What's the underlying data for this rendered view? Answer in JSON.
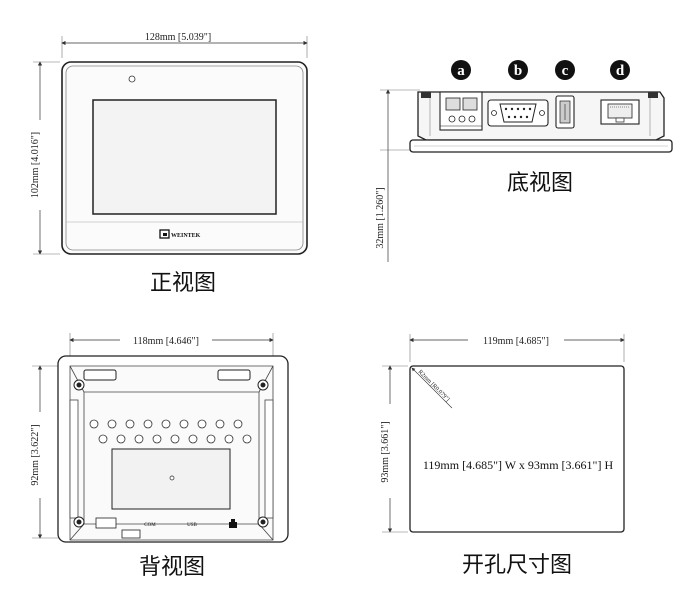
{
  "front_view": {
    "width_dim": "128mm [5.039\"]",
    "height_dim": "102mm [4.016\"]",
    "brand": "WEINTEK",
    "caption": "正视图"
  },
  "bottom_view": {
    "depth_dim": "32mm [1.260\"]",
    "ports": [
      "a",
      "b",
      "c",
      "d"
    ],
    "caption": "底视图"
  },
  "back_view": {
    "width_dim": "118mm [4.646\"]",
    "height_dim": "92mm [3.622\"]",
    "labels": [
      "COM",
      "USB"
    ],
    "caption": "背视图"
  },
  "cutout_view": {
    "width_dim": "119mm [4.685\"]",
    "height_dim": "93mm [3.661\"]",
    "radius_dim": "R2mm [R0.079\"]",
    "cutout_size": "119mm [4.685\"] W x 93mm [3.661\"] H",
    "caption": "开孔尺寸图"
  }
}
